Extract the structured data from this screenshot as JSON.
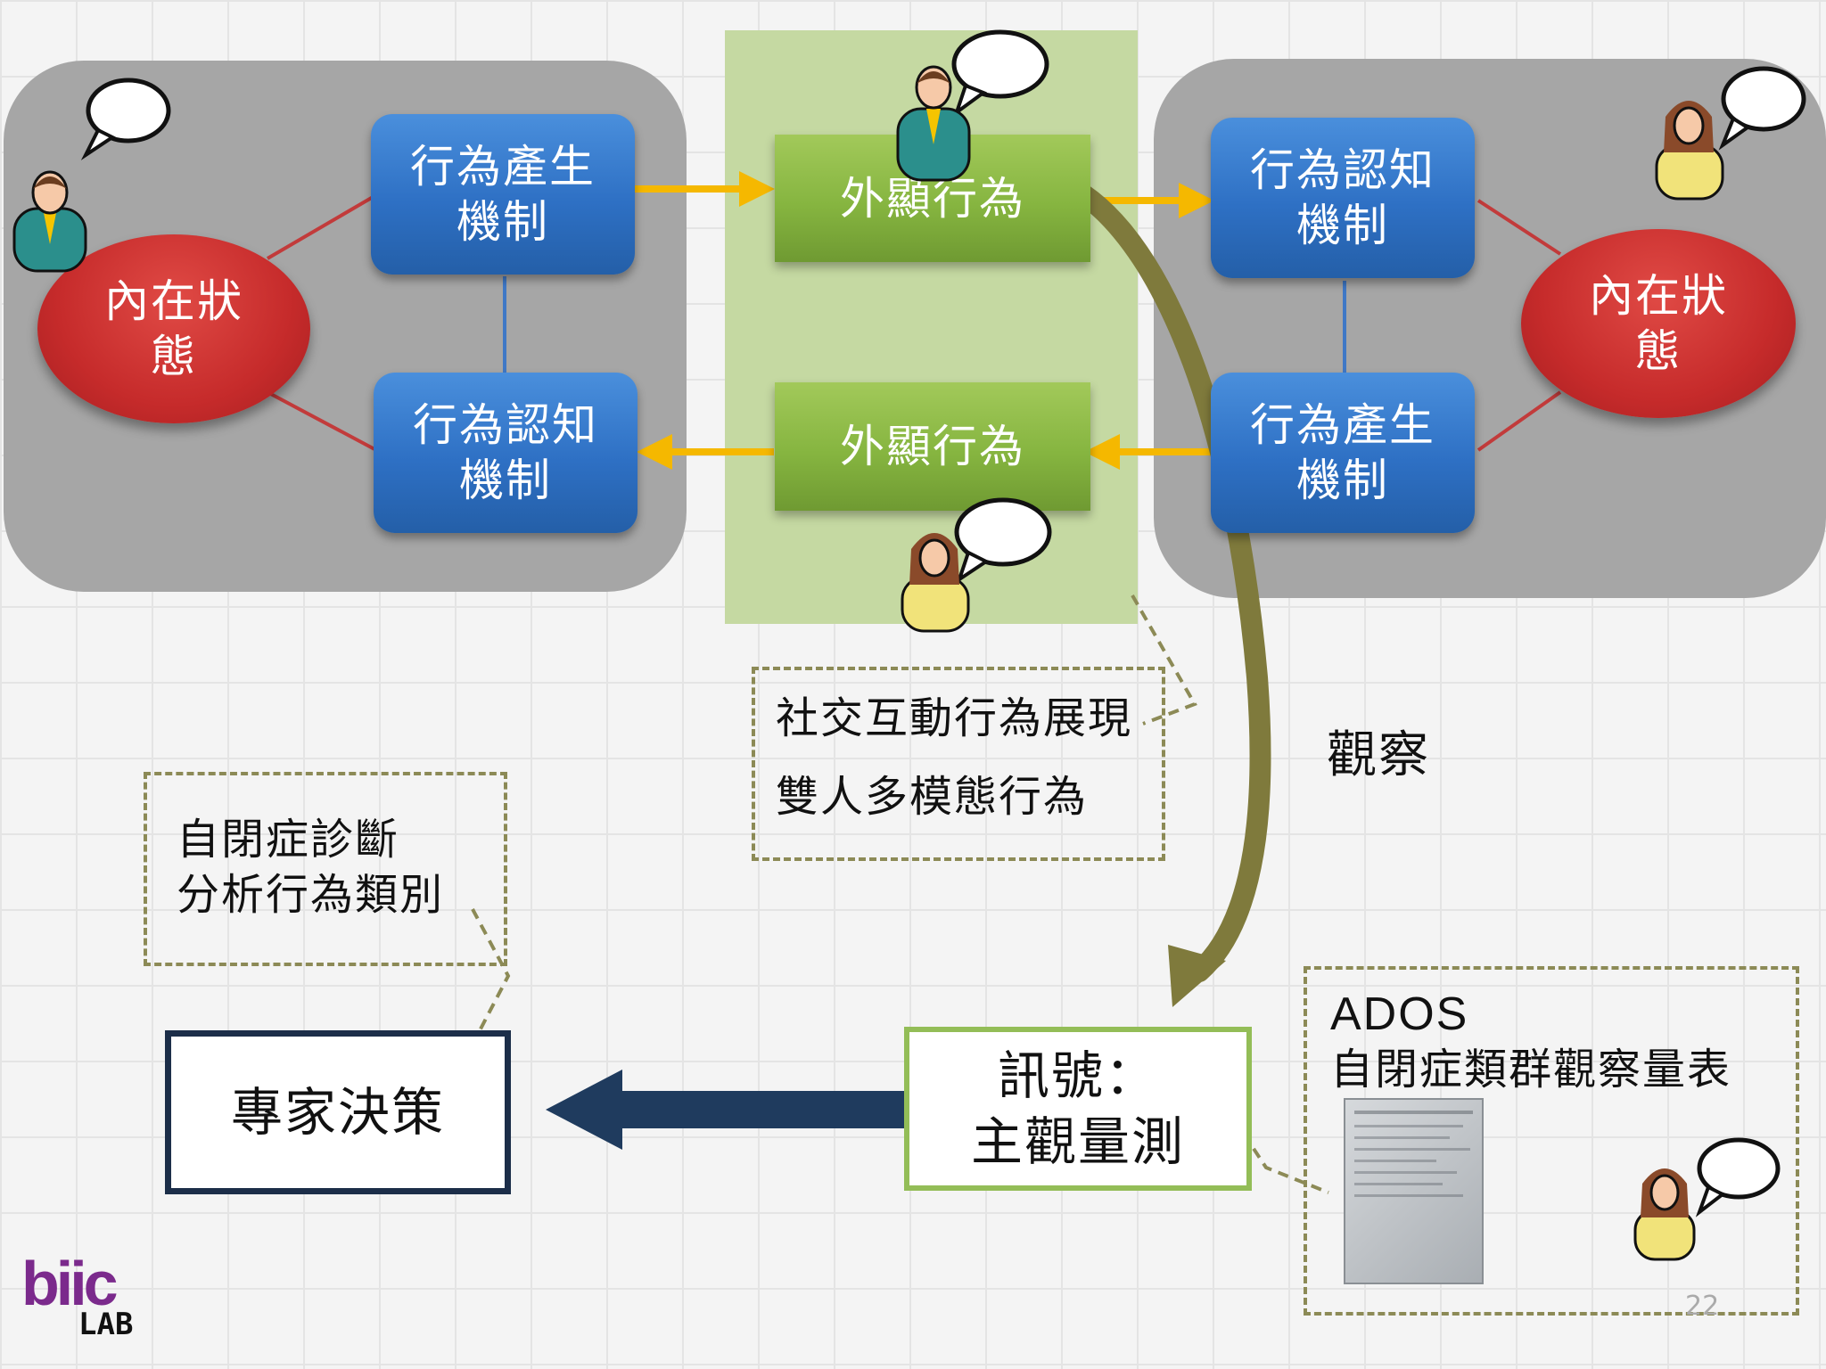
{
  "left_panel": {
    "internal_state": "內在狀\n態",
    "production": "行為產生\n機制",
    "cognition": "行為認知\n機制"
  },
  "middle": {
    "overt_top": "外顯行為",
    "overt_bottom": "外顯行為"
  },
  "right_panel": {
    "cognition": "行為認知\n機制",
    "production": "行為產生\n機制",
    "internal_state": "內在狀\n態"
  },
  "social_box": {
    "line1": "社交互動行為展現",
    "line2": "雙人多模態行為"
  },
  "observe_label": "觀察",
  "autism_box": {
    "line1": "自閉症診斷",
    "line2": "分析行為類別"
  },
  "expert_box": "專家決策",
  "signal_box": {
    "line1": "訊號：",
    "line2": "主觀量測"
  },
  "ados_box": {
    "title": "ADOS",
    "subtitle": "自閉症類群觀察量表"
  },
  "page_number": "22",
  "logo": {
    "text": "biic",
    "sub": "LAB"
  },
  "colors": {
    "panel": "#a6a6a6",
    "blue": "#2e70c4",
    "green": "#86b540",
    "red": "#c62b2b",
    "arrow_yellow": "#f5b800",
    "arrow_navy": "#1f3b5e",
    "arrow_olive": "#7f7a3c"
  }
}
